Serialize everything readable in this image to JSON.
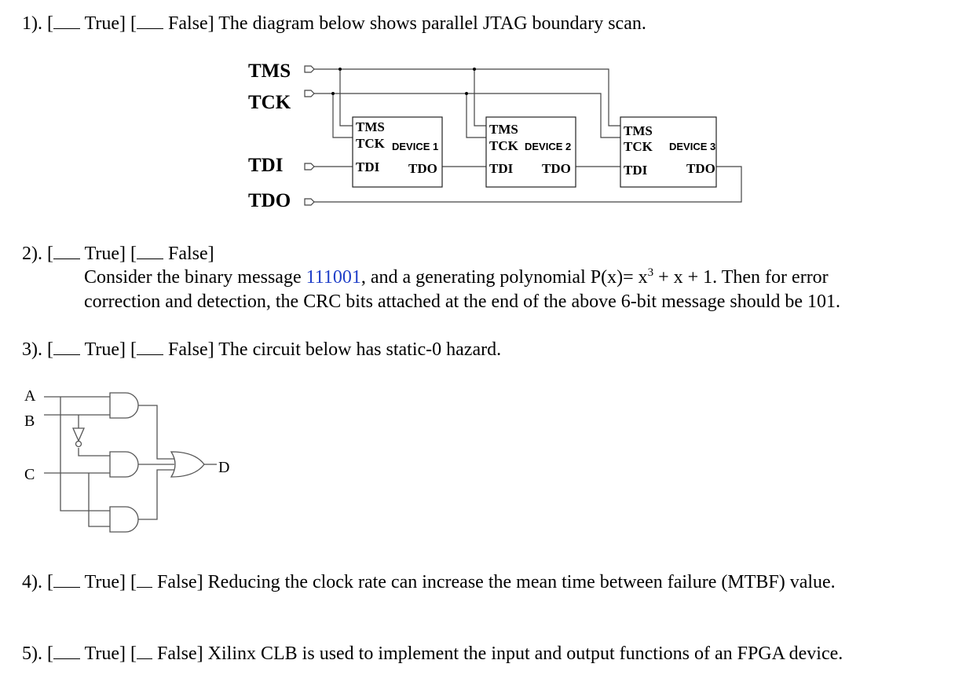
{
  "questions": [
    {
      "number": "1). [",
      "true_label": "True] [",
      "false_label": "False]",
      "text": "The diagram below shows parallel JTAG boundary scan."
    },
    {
      "number": "2). [",
      "true_label": "True] [",
      "false_label": "False]",
      "line1_pre": "Consider the binary message ",
      "message": "111001",
      "line1_post": ", and a generating polynomial P(x)= x",
      "exp": "3",
      "line1_end": " + x + 1. Then for error",
      "line2": "correction and detection, the CRC bits attached at the end of the above 6-bit message should be 101."
    },
    {
      "number": "3).  [",
      "true_label": "True] [",
      "false_label": "False]",
      "text": "The circuit below has static-0 hazard."
    },
    {
      "number": "4).  [",
      "true_label": "True] [",
      "false_label": "False]",
      "text": "Reducing the clock rate can increase the mean time between failure (MTBF) value."
    },
    {
      "number": "5).  [",
      "true_label": "True] [",
      "false_label": "False]",
      "text": "Xilinx CLB is used to implement the input and output functions of an FPGA device."
    }
  ],
  "jtag": {
    "signals": {
      "tms": "TMS",
      "tck": "TCK",
      "tdi": "TDI",
      "tdo": "TDO"
    },
    "devices": [
      {
        "name": "DEVICE 1",
        "tms": "TMS",
        "tck": "TCK",
        "tdi": "TDI",
        "tdo": "TDO"
      },
      {
        "name": "DEVICE 2",
        "tms": "TMS",
        "tck": "TCK",
        "tdi": "TDI",
        "tdo": "TDO"
      },
      {
        "name": "DEVICE 3",
        "tms": "TMS",
        "tck": "TCK",
        "tdi": "TDI",
        "tdo": "TDO"
      }
    ]
  },
  "circuit": {
    "inputs": {
      "a": "A",
      "b": "B",
      "c": "C"
    },
    "output": "D"
  }
}
